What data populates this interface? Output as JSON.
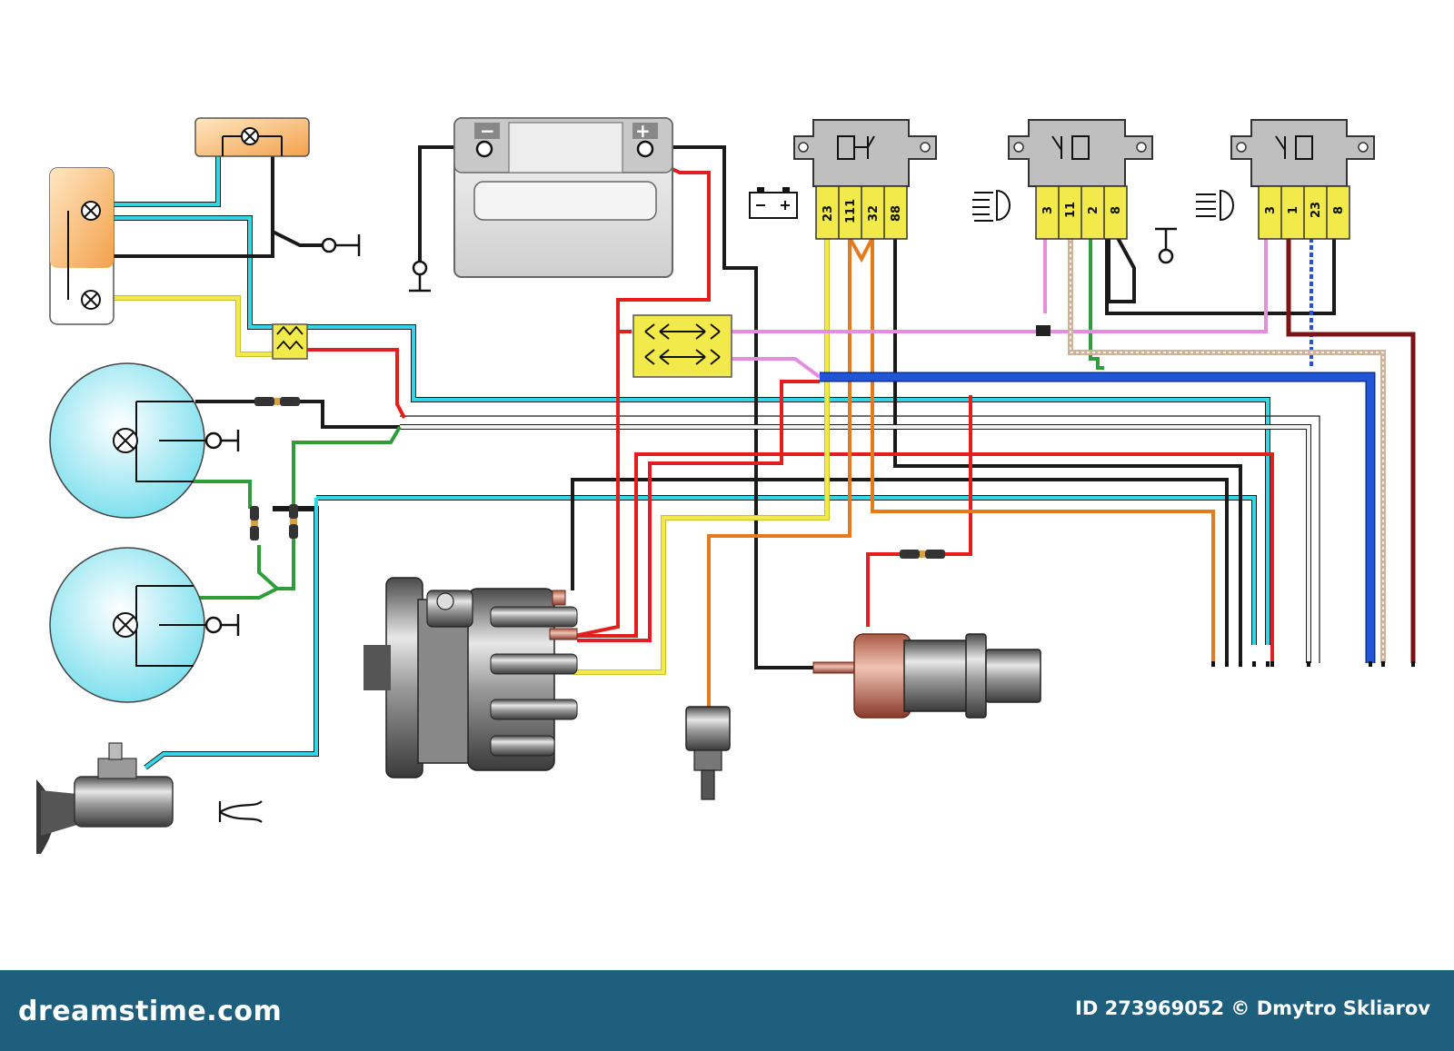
{
  "relay_main": {
    "pins": [
      "23",
      "111",
      "32",
      "88"
    ]
  },
  "relay_low_beam": {
    "pins": [
      "3",
      "11",
      "2",
      "8"
    ]
  },
  "relay_high_beam": {
    "pins": [
      "3",
      "1",
      "23",
      "8"
    ]
  },
  "battery": {
    "neg_symbol": "−",
    "pos_symbol": "+"
  },
  "footer": {
    "brand": "dreamstime.com",
    "credit": "ID 273969052 © Dmytro Skliarov"
  },
  "colors": {
    "red": "#e41e1e",
    "black": "#1a1a1a",
    "cyan": "#33d6e6",
    "yellow": "#f2e94a",
    "white": "#f2f2f2",
    "green": "#2f9e3a",
    "orange": "#e57a1c",
    "blue": "#1f55d6",
    "pink": "#e48ee0",
    "dark_red": "#7a1414",
    "tan": "#cdb39a",
    "footer": "#1d5f7c"
  }
}
